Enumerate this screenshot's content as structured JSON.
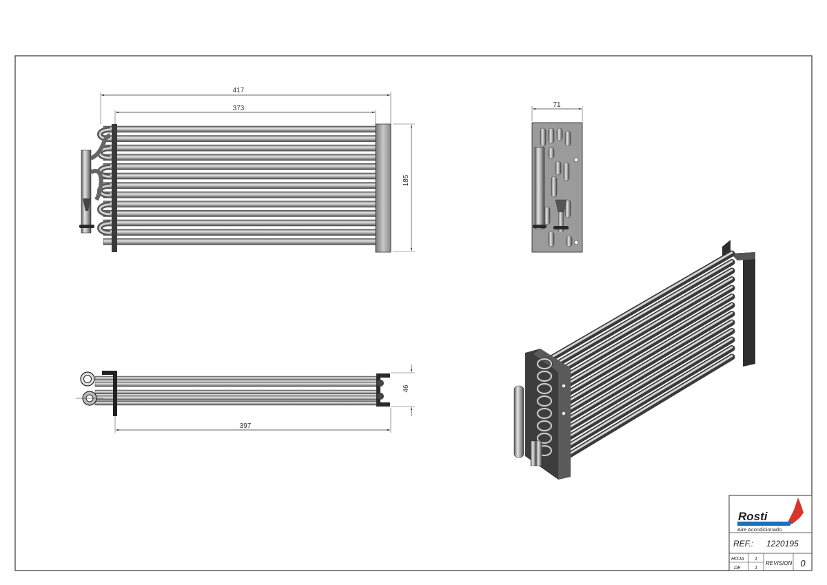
{
  "dimensions": {
    "overall_width": "417",
    "tube_length": "373",
    "height": "185",
    "side_width": "71",
    "depth": "46",
    "bottom_length": "397"
  },
  "title_block": {
    "company": "Rosti",
    "tagline": "Aire Acondicionado",
    "ref_label": "REF.:",
    "ref_value": "1220195",
    "hoja_label": "HOJA",
    "hoja_value": "1",
    "de_label": "DE",
    "de_value": "1",
    "revision_label": "REVISION",
    "revision_value": "0"
  },
  "colors": {
    "logo_blue": "#1c6fb8",
    "logo_red": "#d9342b",
    "tube": "#9a9a9a",
    "plate": "#8c8c8c"
  }
}
